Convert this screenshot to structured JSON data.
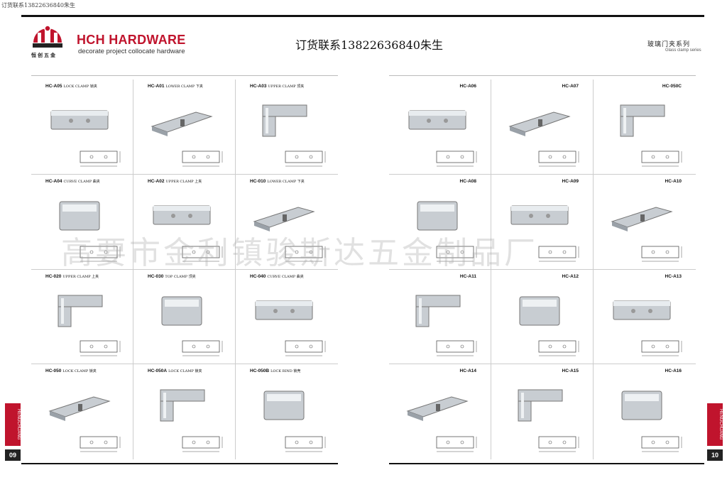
{
  "caption": "订货联系13822636840朱生",
  "brand": {
    "name": "HCH HARDWARE",
    "tagline": "decorate project collocate hardware",
    "logo_text": "HCH HARDWARE",
    "logo_cn": "恒创五金"
  },
  "order_contact": "订货联系13822636840朱生",
  "series": {
    "cn": "玻璃门夹系列",
    "en": "Glass clamp series"
  },
  "watermark": "高要市金利镇骏斯达五金制品厂",
  "pages": {
    "left": {
      "number": "09",
      "tab": "HENGCHUANG"
    },
    "right": {
      "number": "10",
      "tab": "HENGCHUANG"
    }
  },
  "left_products": [
    {
      "code": "HC-A05",
      "desc": "LOCK CLAMP 锁夹"
    },
    {
      "code": "HC-A01",
      "desc": "LOWER CLAMP 下夹"
    },
    {
      "code": "HC-A03",
      "desc": "UPPER CLAMP 顶夹"
    },
    {
      "code": "HC-A04",
      "desc": "CURVE CLAMP 曲夹"
    },
    {
      "code": "HC-A02",
      "desc": "UPPER CLAMP 上夹"
    },
    {
      "code": "HC-010",
      "desc": "LOWER CLAMP 下夹"
    },
    {
      "code": "HC-020",
      "desc": "UPPER CLAMP 上夹"
    },
    {
      "code": "HC-030",
      "desc": "TOP CLAMP 顶夹"
    },
    {
      "code": "HC-040",
      "desc": "CURVE CLAMP 曲夹"
    },
    {
      "code": "HC-050",
      "desc": "LOCK CLAMP 锁夹"
    },
    {
      "code": "HC-050A",
      "desc": "LOCK CLAMP 锁夹"
    },
    {
      "code": "HC-050B",
      "desc": "LOCK RIND 锁壳"
    }
  ],
  "right_products": [
    {
      "code": "HC-A06"
    },
    {
      "code": "HC-A07"
    },
    {
      "code": "HC-050C"
    },
    {
      "code": "HC-A08"
    },
    {
      "code": "HC-A09"
    },
    {
      "code": "HC-A10"
    },
    {
      "code": "HC-A11"
    },
    {
      "code": "HC-A12"
    },
    {
      "code": "HC-A13"
    },
    {
      "code": "HC-A14"
    },
    {
      "code": "HC-A15"
    },
    {
      "code": "HC-A16"
    }
  ],
  "colors": {
    "brand_red": "#c0142d",
    "metal": "#c8cdd2"
  }
}
